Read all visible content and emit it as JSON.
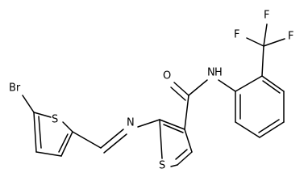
{
  "structure": {
    "atoms": {
      "br": "Br",
      "s_bromothiophene": "S",
      "n_imine": "N",
      "s_thiophene": "S",
      "o_carbonyl": "O",
      "nh_amide": "N",
      "h_amide": "H",
      "f_top_left": "F",
      "f_top_right": "F",
      "f_right": "F"
    }
  }
}
